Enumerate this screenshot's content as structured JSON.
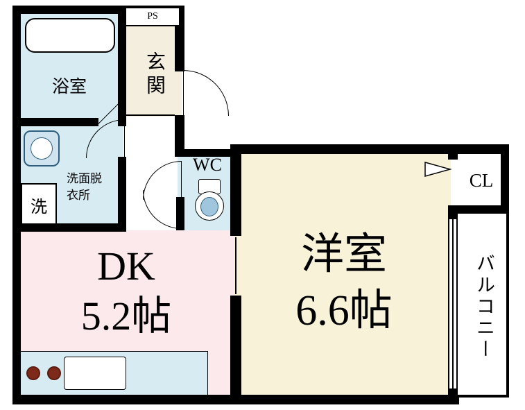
{
  "page": {
    "type": "apartment-floor-plan"
  },
  "colors": {
    "wall": "#000000",
    "wet_room_fill": "#d7ebf3",
    "entrance_fill": "#f3eedd",
    "dk_fill": "#fce9ec",
    "western_room_fill": "#f8f2d9",
    "hall_fill": "#ffffff",
    "burner": "#7e2a1a",
    "fixture_accent": "#9fc6dc",
    "fixture_outline": "#2e5f7e"
  },
  "labels": {
    "ps": "PS",
    "entrance": "玄関",
    "bathroom": "浴室",
    "washer": "洗",
    "washroom_line1": "洗面脱",
    "washroom_line2": "衣所",
    "wc": "WC",
    "dk_name": "DK",
    "dk_size": "5.2帖",
    "western_room_name": "洋室",
    "western_room_size": "6.6帖",
    "closet": "CL",
    "balcony": "バルコニー"
  },
  "rooms": [
    {
      "name": "浴室",
      "type": "bathroom"
    },
    {
      "name": "玄関",
      "type": "entrance"
    },
    {
      "name": "洗面脱衣所",
      "type": "washroom"
    },
    {
      "name": "WC",
      "type": "toilet"
    },
    {
      "name": "DK",
      "type": "dining-kitchen",
      "size_jo": 5.2
    },
    {
      "name": "洋室",
      "type": "western-room",
      "size_jo": 6.6
    },
    {
      "name": "CL",
      "type": "closet"
    },
    {
      "name": "バルコニー",
      "type": "balcony"
    },
    {
      "name": "PS",
      "type": "pipe-space"
    }
  ]
}
